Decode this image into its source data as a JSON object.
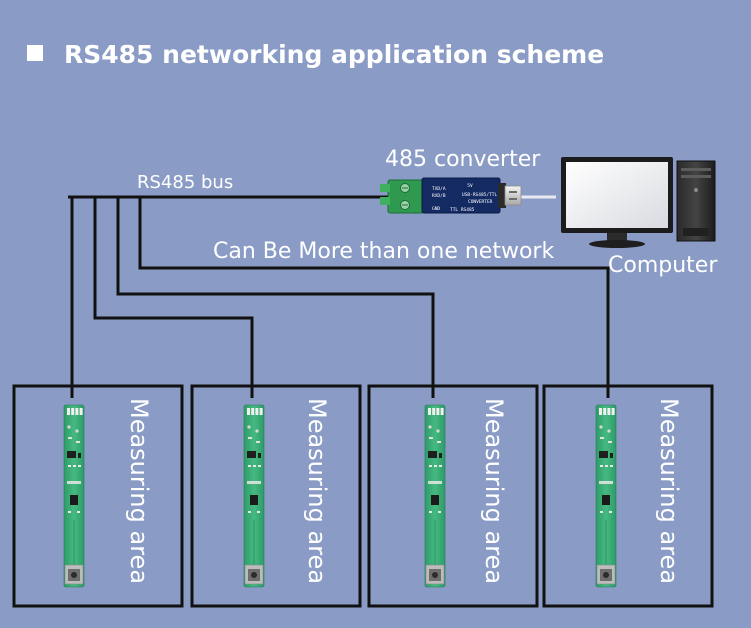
{
  "title": "RS485 networking application scheme",
  "labels": {
    "bus": "RS485 bus",
    "converter": "485 converter",
    "network_note": "Can Be More than one network",
    "computer": "Computer"
  },
  "converter_chip": {
    "line1": "USB-RS485/TTL",
    "line2": "CONVERTER",
    "brand": "TTL RS485",
    "pins": [
      "5V",
      "TXD/A",
      "RXD/B",
      "GND"
    ]
  },
  "areas": [
    {
      "label": "Measuring area"
    },
    {
      "label": "Measuring area"
    },
    {
      "label": "Measuring area"
    },
    {
      "label": "Measuring area"
    }
  ],
  "colors": {
    "background": "#8a9cc6",
    "wire": "#111111",
    "pcb": "#3fb27a",
    "text": "#ffffff"
  },
  "icons": {
    "title_bullet": "square-bullet-icon",
    "converter": "usb-rs485-converter-icon",
    "computer": "desktop-computer-icon",
    "sensor": "sensor-probe-icon"
  }
}
